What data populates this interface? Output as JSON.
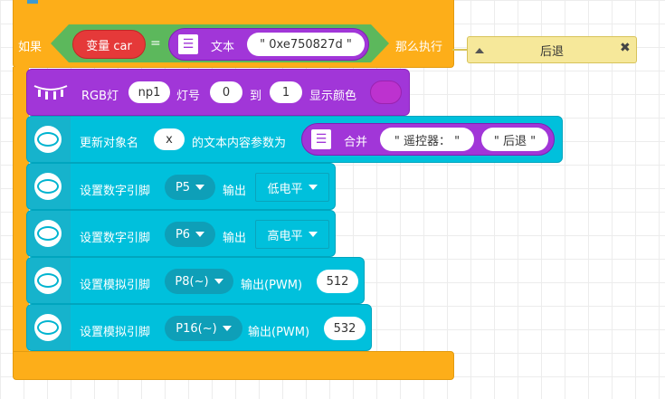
{
  "if_block": {
    "if_label": "如果",
    "then_label": "那么执行",
    "variable": "变量 car",
    "operator": "=",
    "text_label": "文本",
    "text_value": "\" 0xe750827d \""
  },
  "comment": {
    "text": "后退",
    "close": "✖"
  },
  "rgb_block": {
    "label": "RGB灯",
    "strip": "np1",
    "lamp_label": "灯号",
    "from": "0",
    "to_label": "到",
    "to": "1",
    "color_label": "显示颜色",
    "color": "#bd32cf"
  },
  "update_block": {
    "label": "更新对象名",
    "object": "x",
    "suffix": "的文本内容参数为",
    "join_label": "合并",
    "part1": "\" 遥控器： \"",
    "part2": "\" 后退 \""
  },
  "digital_blocks": [
    {
      "label": "设置数字引脚",
      "pin": "P5",
      "output_label": "输出",
      "level": "低电平"
    },
    {
      "label": "设置数字引脚",
      "pin": "P6",
      "output_label": "输出",
      "level": "高电平"
    }
  ],
  "analog_blocks": [
    {
      "label": "设置模拟引脚",
      "pin": "P8(~)",
      "output_label": "输出(PWM)",
      "value": "512"
    },
    {
      "label": "设置模拟引脚",
      "pin": "P16(~)",
      "output_label": "输出(PWM)",
      "value": "532"
    }
  ]
}
